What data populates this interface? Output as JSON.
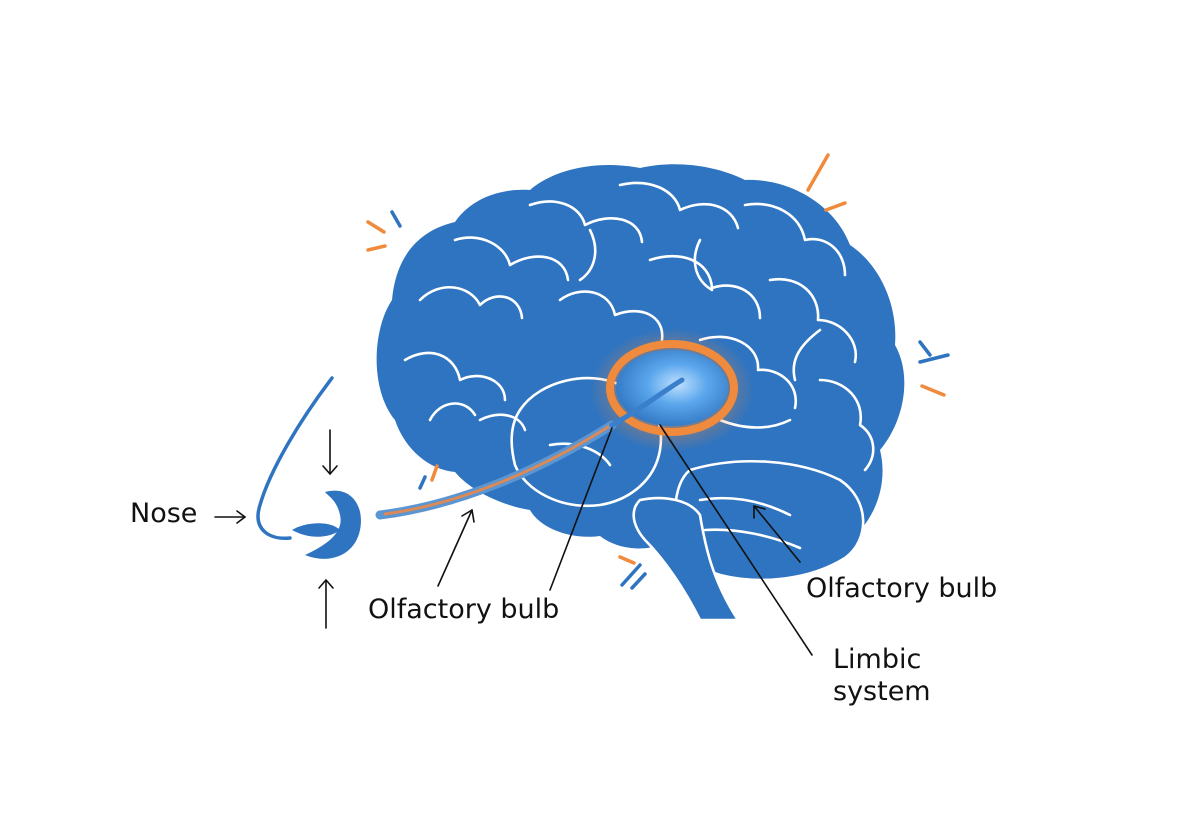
{
  "labels": {
    "nose": "Nose",
    "olfactory_bulb_left": "Olfactory bulb",
    "olfactory_bulb_right": "Olfactory bulb",
    "limbic_line1": "Limbic",
    "limbic_line2": "system"
  },
  "colors": {
    "brain_blue": "#2f74c0",
    "brain_dark": "#1f5fa8",
    "highlight_orange": "#f08a3c",
    "limbic_light": "#6cb4f0",
    "line_black": "#111111"
  },
  "icons": [
    "brain-icon",
    "nose-icon",
    "arrow-right-icon",
    "arrow-down-icon",
    "arrow-up-icon",
    "spark-icon"
  ]
}
